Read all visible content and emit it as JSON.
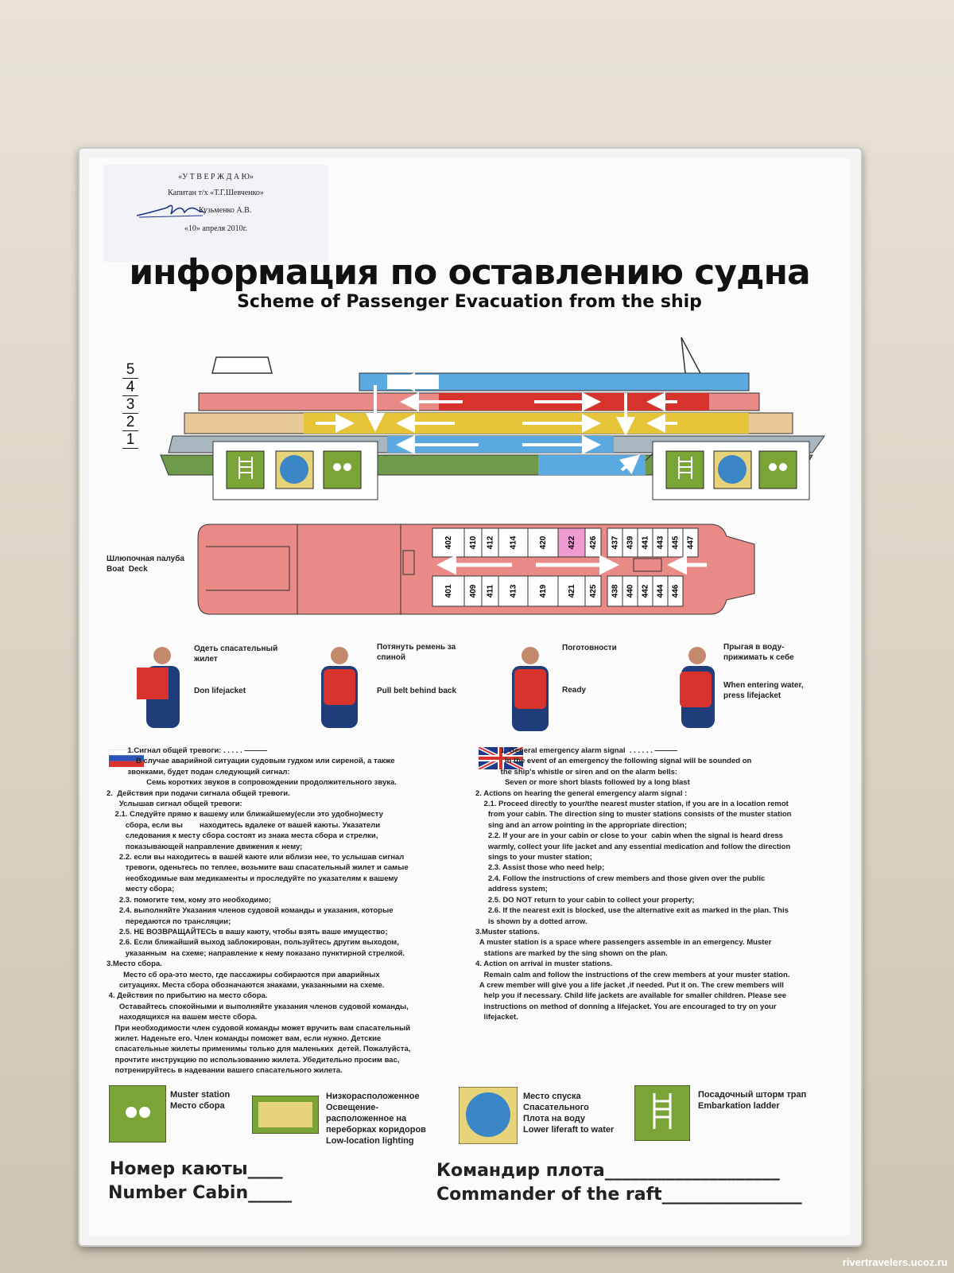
{
  "stamp": {
    "line1": "«У Т В Е Р Ж Д А Ю»",
    "line2": "Капитан т/х «Т.Г.Шевченко»",
    "line3": "Кузьменко А.В.",
    "line4": "«10» апреля 2010г."
  },
  "title_ru": "информация по оставлению судна",
  "title_en": "Scheme of Passenger Evacuation from the ship",
  "deck_numbers": [
    "5",
    "4",
    "3",
    "2",
    "1"
  ],
  "boat_deck_label": "Шлюпочная палуба\nBoat  Deck",
  "cabins_top": [
    "402",
    "410",
    "412",
    "414",
    "420",
    "422",
    "426",
    "437",
    "439",
    "441",
    "443",
    "445",
    "447"
  ],
  "cabins_bottom": [
    "401",
    "409",
    "411",
    "413",
    "419",
    "421",
    "425",
    "438",
    "440",
    "442",
    "444",
    "446"
  ],
  "steps": [
    {
      "ru": "Одеть спасательный\nжилет",
      "en": "Don lifejacket"
    },
    {
      "ru": "Потянуть ремень за\nспиной",
      "en": "Pull belt behind back"
    },
    {
      "ru": "Поготовности",
      "en": "Ready"
    },
    {
      "ru": "Прыгая в воду-\nприжимать к себе",
      "en": "When entering water,\npress lifejacket"
    }
  ],
  "instructions_ru": "          1.Сигнал общей тревоги: . . . . . ———\n              В случае аварийной ситуации судовым гудком или сиреной, а также\n          звонками, будет подан следующий сигнал:\n                   Семь коротких звуков в сопровождении продолжительного звука.\n2.  Действия при подачи сигнала общей тревоги.\n      Услышав сигнал общей тревоги:\n    2.1. Следуйте прямо к вашему или ближайшему(если это удобно)месту\n         сбора, если вы        находитесь вдалеке от вашей каюты. Указатели\n         следования к месту сбора состоят из знака места сбора и стрелки,\n         показывающей направление движения к нему;\n      2.2. если вы находитесь в вашей каюте или вблизи нее, то услышав сигнал\n         тревоги, оденьтесь по теплее, возьмите ваш спасательный жилет и самые\n         необходимые вам медикаменты и проследуйте по указателям к вашему\n         месту сбора;\n      2.3. помогите тем, кому это необходимо;\n      2.4. выполняйте Указания членов судовой команды и указания, которые\n         передаются по трансляции;\n      2.5. НЕ ВОЗВРАЩАЙТЕСЬ в вашу каюту, чтобы взять ваше имущество;\n      2.6. Если ближайший выход заблокирован, пользуйтесь другим выходом,\n         указанным  на схеме; направление к нему показано пунктирной стрелкой.\n3.Место сбора.\n        Место сб ора-это место, где пассажиры собираются при аварийных\n      ситуациях. Места сбора обозначаются знаками, указанными на схеме.\n 4. Действия по прибытию на место сбора.\n      Оставайтесь спокойными и выполняйте указания членов судовой команды,\n      находящихся на вашем месте сбора.\n    При необходимости член судовой команды может вручить вам спасательный\n    жилет. Наденьте его. Член команды поможет вам, если нужно. Детские\n    спасательные жилеты применимы только для маленьких  детей. Пожалуйста,\n    прочтите инструкцию по использованию жилета. Убедительно просим вас,\n    потренируйтесь в надевании вашего спасательного жилета.",
  "instructions_en": "            1. General emergency alarm signal  . . . . . . ———\n              In the event of an emergency the following signal will be sounded on\n            the ship's whistle or siren and on the alarm bells:\n              Seven or more short blasts followed by a long blast\n2. Actions on hearing the general emergency alarm signal :\n    2.1. Proceed directly to your/the nearest muster station, if you are in a location remot\n      from your cabin. The direction sing to muster stations consists of the muster station\n      sing and an arrow pointing in the appropriate direction;\n      2.2. If your are in your cabin or close to your  cabin when the signal is heard dress\n      warmly, collect your life jacket and any essential medication and follow the direction\n      sings to your muster station;\n      2.3. Assist those who need help;\n      2.4. Follow the instructions of crew members and those given over the public\n      address system;\n      2.5. DO NOT return to your cabin to collect your property;\n      2.6. If the nearest exit is blocked, use the alternative exit as marked in the plan. This\n      is shown by a dotted arrow.\n3.Muster stations.\n  A muster station is a space where passengers assemble in an emergency. Muster\n    stations are marked by the sing shown on the plan.\n4. Action on arrival in muster stations.\n    Remain calm and follow the instructions of the crew members at your muster station.\n  A crew member will give you a life jacket ,if needed. Put it on. The crew members will\n    help you if necessary. Child life jackets are available for smaller children. Please see\n    instructions on method of donning a lifejacket. You are encouraged to try on your\n    lifejacket.",
  "legend": [
    {
      "label": "Muster station\nМесто сбора"
    },
    {
      "label": "Низкорасположенное\nОсвещение-\nрасположенное на\nпереборках коридоров\nLow-location lighting"
    },
    {
      "label": "Место спуска\nСпасательного\nПлота на воду\nLower liferaft to water"
    },
    {
      "label": "Посадочный шторм трап\nEmbarkation ladder"
    }
  ],
  "bottom": {
    "cabin_ru": "Номер каюты____",
    "cabin_en": "Number Cabin_____",
    "raft_ru": "Командир плота____________________",
    "raft_en": "Commander of the raft________________"
  },
  "watermark": "rivertravelers.ucoz.ru",
  "colors": {
    "blue": "#5aa9e0",
    "pink": "#e98a86",
    "red": "#d8322d",
    "yellow": "#e6c437",
    "sand": "#e8c896",
    "grey": "#a8b6c0",
    "green": "#6e9a4a",
    "sign_green": "#7aa536"
  }
}
